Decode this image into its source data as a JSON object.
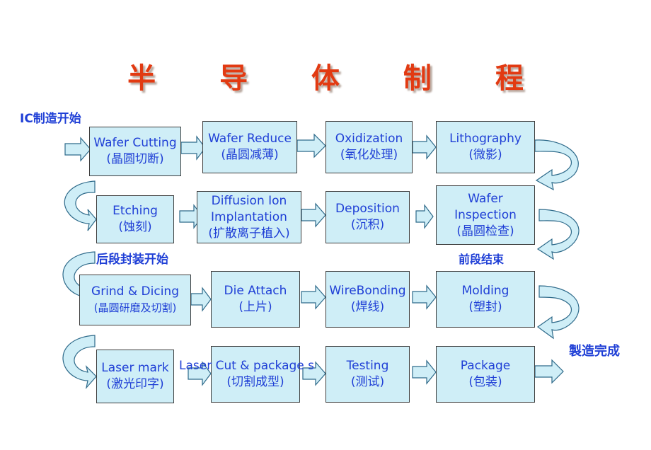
{
  "title": "半 导 体 制 程",
  "labels": {
    "ic_start": "IC制造开始",
    "backend_start": "后段封装开始",
    "frontend_end": "前段结束",
    "manufacturing_done": "製造完成"
  },
  "steps": [
    {
      "en": "Wafer Cutting",
      "zh": "(晶圆切断)"
    },
    {
      "en": "Wafer Reduce",
      "zh": "(晶圆减薄)"
    },
    {
      "en": "Oxidization",
      "zh": "(氧化处理)"
    },
    {
      "en": "Lithography",
      "zh": "(微影)"
    },
    {
      "en": "Etching",
      "zh": "(蚀刻)"
    },
    {
      "en": "Diffusion Ion",
      "en2": "Implantation",
      "zh": "(扩散离子植入)"
    },
    {
      "en": "Deposition",
      "zh": "(沉积)"
    },
    {
      "en": "Wafer",
      "en2": "Inspection",
      "zh": "(晶圆检查)"
    },
    {
      "en": "Grind & Dicing",
      "zh": "(晶圆研磨及切割)"
    },
    {
      "en": "Die Attach",
      "zh": "(上片)"
    },
    {
      "en": "WireBonding",
      "zh": "(焊线)"
    },
    {
      "en": "Molding",
      "zh": "(塑封)"
    },
    {
      "en": "Laser mark",
      "zh": "(激光印字)"
    },
    {
      "en": "Laser Cut & package saw",
      "zh": "(切割成型)"
    },
    {
      "en": "Testing",
      "zh": "(测试)"
    },
    {
      "en": "Package",
      "zh": "(包装)"
    }
  ],
  "colors": {
    "title": "#e23a12",
    "text": "#1f3fd6",
    "box_fill": "#cfeef7",
    "arrow_fill": "#cfeef7",
    "arrow_stroke": "#2e6a8a"
  }
}
